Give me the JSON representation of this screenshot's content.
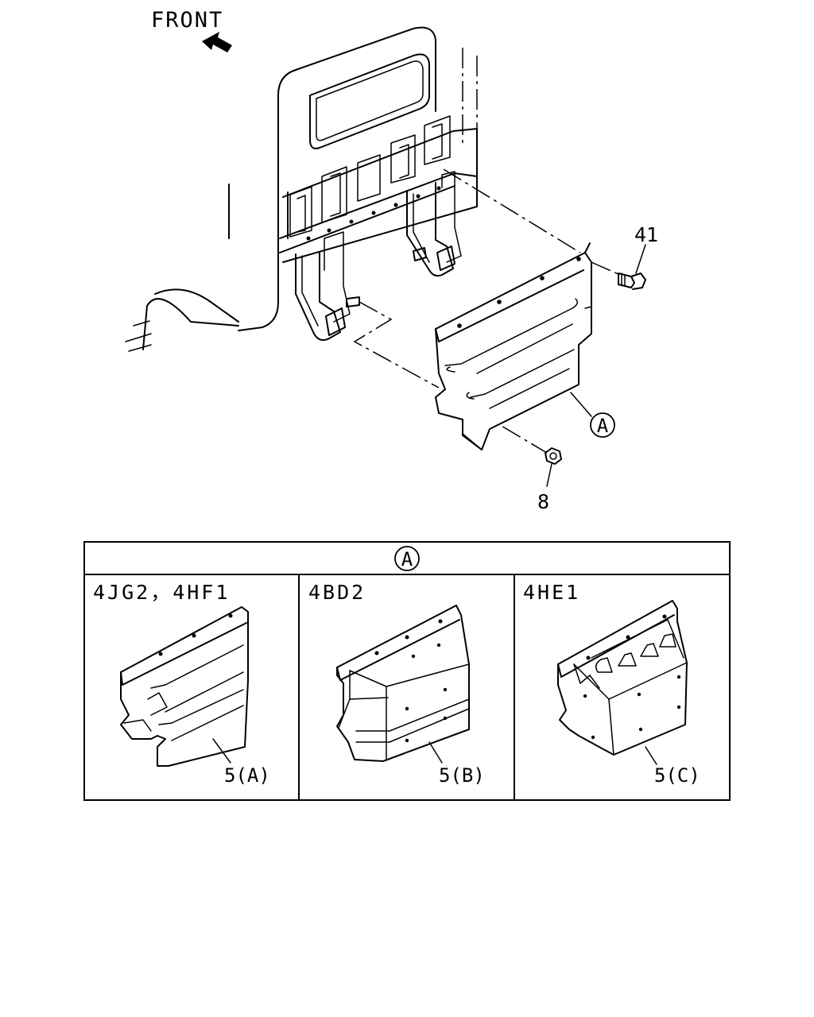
{
  "direction_label": "FRONT",
  "callouts": {
    "bolt": "41",
    "nut": "8",
    "detail_ref": "A"
  },
  "detail_table": {
    "header_ref": "A",
    "variants": [
      {
        "engine": "4JG2，4HF1",
        "part_label": "5(A)"
      },
      {
        "engine": "4BD2",
        "part_label": "5(B)"
      },
      {
        "engine": "4HE1",
        "part_label": "5(C)"
      }
    ]
  },
  "icons": [
    "front-arrow-icon"
  ]
}
